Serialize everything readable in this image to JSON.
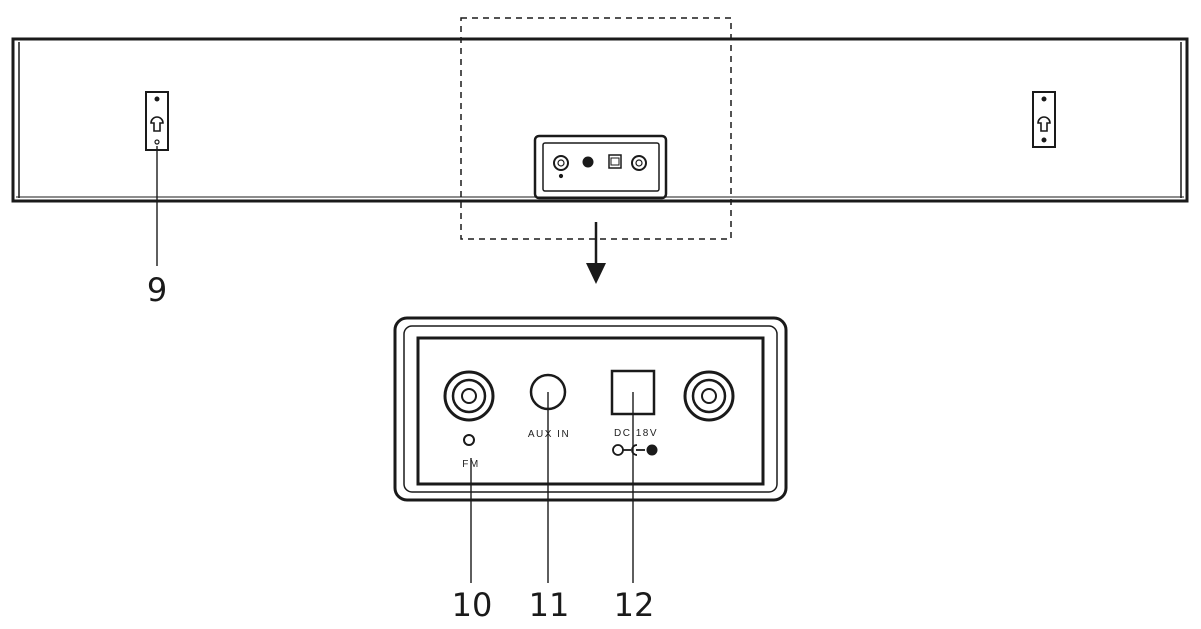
{
  "callouts": {
    "c9": "9",
    "c10": "10",
    "c11": "11",
    "c12": "12"
  },
  "panel_labels": {
    "fm": "FM",
    "aux_in": "AUX IN",
    "dc": "DC 18V"
  },
  "colors": {
    "stroke": "#1a1a1a",
    "background": "#ffffff"
  }
}
